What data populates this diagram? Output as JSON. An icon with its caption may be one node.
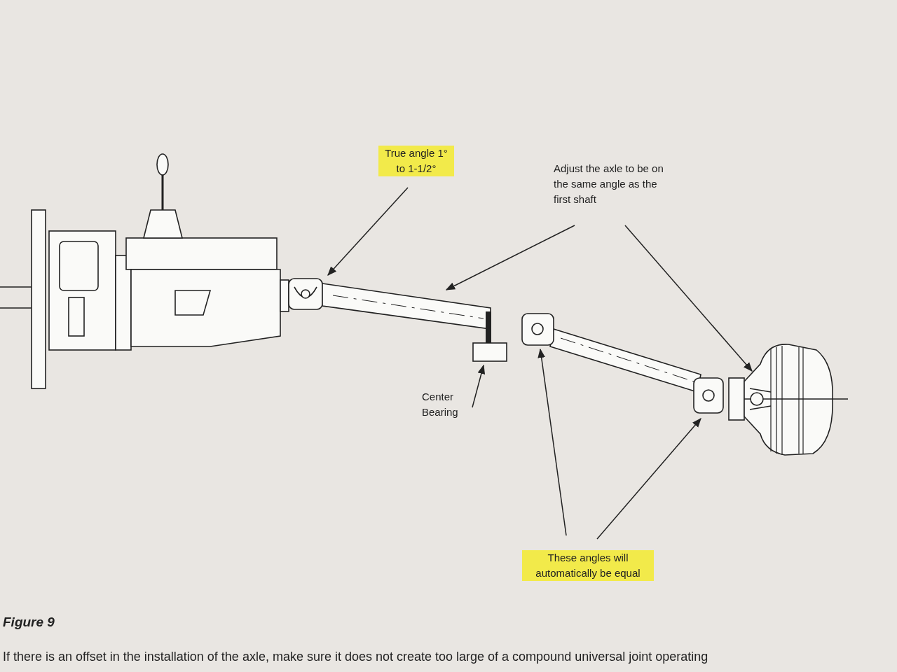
{
  "diagram": {
    "nodes": [
      {
        "text": [
          "True angle 1° to 1-1/2°"
        ]
      },
      {
        "text": [],
        "shape": "picture"
      },
      {
        "text": [
          "Adjust the axle to be on the same angle as the first shaft"
        ]
      },
      {
        "text": [],
        "shape": "picture"
      },
      {
        "text": [],
        "shape": "picture"
      },
      {
        "text": [
          "Center Bearing"
        ]
      },
      {
        "text": [],
        "shape": "picture"
      },
      {
        "text": [
          "These angles will automatically be equal"
        ]
      },
      {
        "text": [],
        "shape": "picture"
      },
      {
        "text": [],
        "shape": "picture"
      }
    ],
    "edges": [
      {
        "from": 0,
        "to": 1,
        "arrow": "to"
      },
      {
        "from": 2,
        "to": 3,
        "arrow": "to"
      },
      {
        "from": 2,
        "to": 4,
        "arrow": "to"
      },
      {
        "from": 5,
        "to": 6,
        "arrow": "to"
      },
      {
        "from": 7,
        "to": 8,
        "arrow": "to"
      },
      {
        "from": 7,
        "to": 9,
        "arrow": "to"
      }
    ],
    "labels": [
      "Figure 9",
      "If there is an offset in the installation of the axle, make sure it does not create too large of a compound universal joint operating"
    ]
  }
}
